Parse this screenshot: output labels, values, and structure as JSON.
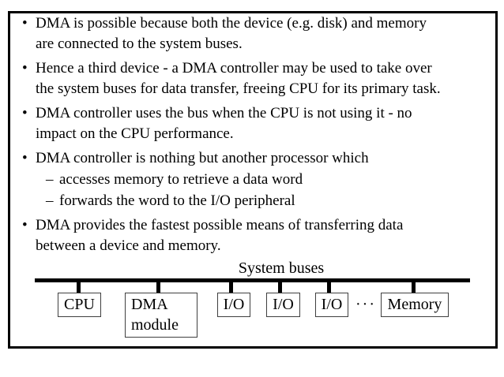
{
  "slide": {
    "markers": {
      "level1": "•",
      "level2": "–"
    },
    "bullets": [
      {
        "level": 1,
        "lines": [
          "DMA is possible because both the device (e.g. disk) and memory",
          "are connected to the system buses."
        ]
      },
      {
        "level": 1,
        "lines": [
          "Hence a third device - a DMA controller may be used to take over",
          "the system buses for data transfer, freeing CPU for its primary task."
        ]
      },
      {
        "level": 1,
        "lines": [
          "DMA controller uses the bus when the CPU is not using it - no",
          "impact on the CPU performance."
        ]
      },
      {
        "level": 1,
        "lines": [
          "DMA controller is nothing but another processor which"
        ]
      },
      {
        "level": 2,
        "lines": [
          "accesses memory to retrieve a data word"
        ]
      },
      {
        "level": 2,
        "lines": [
          "forwards the word to the I/O peripheral"
        ]
      },
      {
        "level": 1,
        "lines": [
          "DMA provides the fastest possible means of transferring data",
          "between a device and memory."
        ]
      }
    ],
    "diagram": {
      "bus_label": "System buses",
      "ellipsis": "···",
      "cpu_label": "CPU",
      "dma_label_lines": [
        "DMA",
        "module"
      ],
      "io_labels": [
        "I/O",
        "I/O",
        "I/O"
      ],
      "memory_label": "Memory"
    },
    "colors": {
      "text": "#000000",
      "frame_border": "#000000",
      "bus_line": "#000000",
      "box_border": "#3f3f3f",
      "background": "#ffffff"
    }
  }
}
